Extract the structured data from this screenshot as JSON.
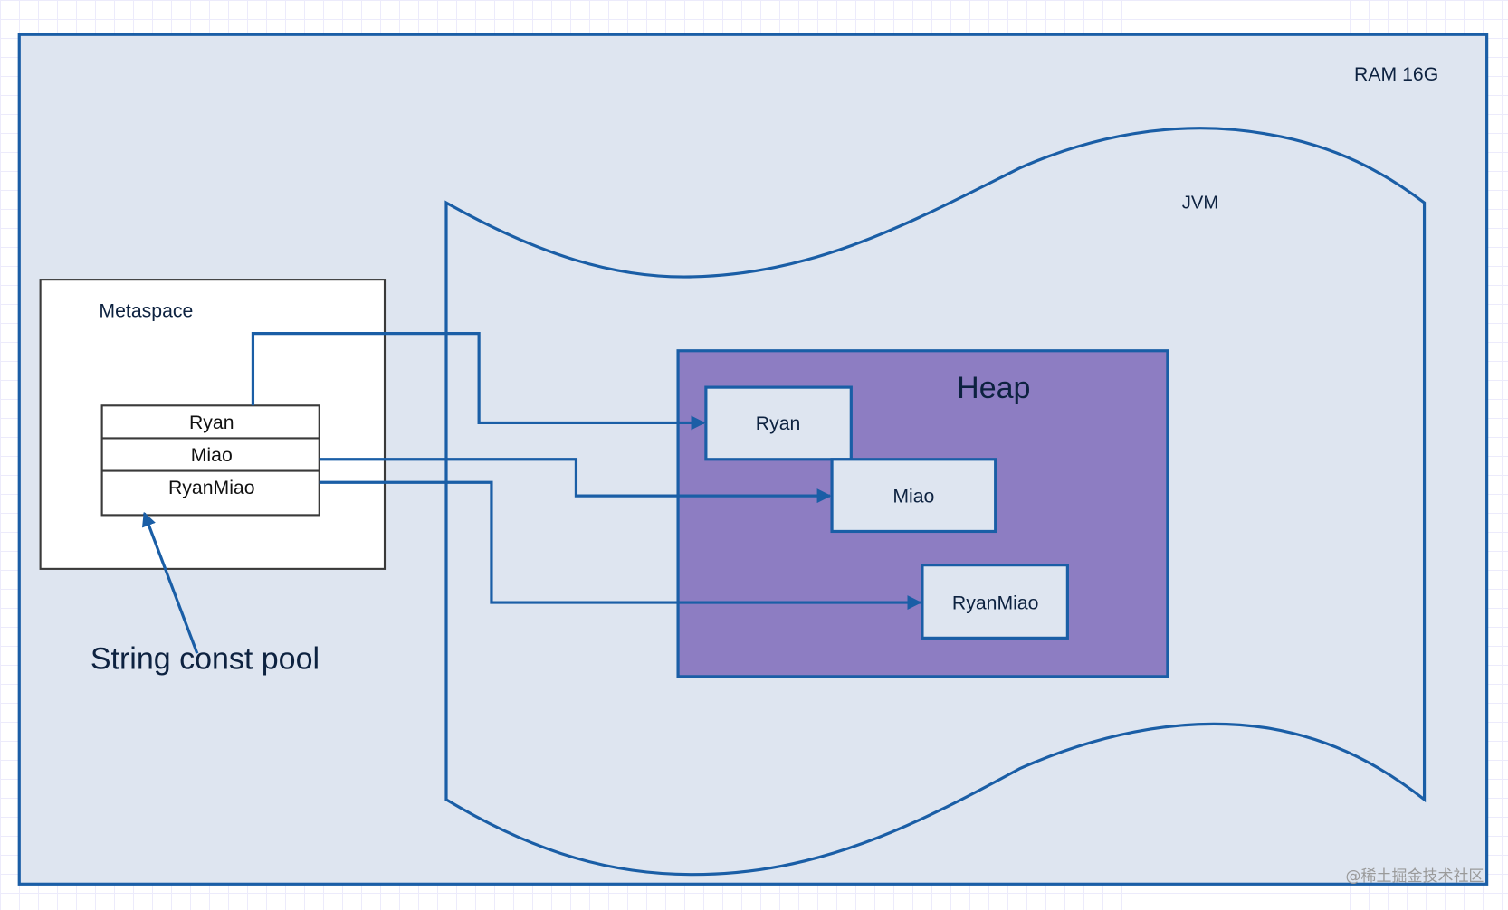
{
  "diagram": {
    "ram": {
      "label": "RAM  16G"
    },
    "jvm": {
      "label": "JVM"
    },
    "metaspace": {
      "label": "Metaspace",
      "string_pool": {
        "label": "String const pool",
        "entries": [
          "Ryan",
          "Miao",
          "RyanMiao"
        ]
      }
    },
    "heap": {
      "label": "Heap",
      "objects": [
        "Ryan",
        "Miao",
        "RyanMiao"
      ]
    },
    "connections": [
      {
        "from": "string_pool.Ryan",
        "to": "heap.Ryan"
      },
      {
        "from": "string_pool.Miao",
        "to": "heap.Miao"
      },
      {
        "from": "string_pool.RyanMiao",
        "to": "heap.RyanMiao"
      },
      {
        "from": "String const pool label",
        "to": "string_pool"
      }
    ],
    "colors": {
      "ram_fill": "#dee5f0",
      "line": "#1a5ea6",
      "heap_fill": "#8d7dc2",
      "text": "#0d2240"
    },
    "watermark": "@稀土掘金技术社区"
  }
}
